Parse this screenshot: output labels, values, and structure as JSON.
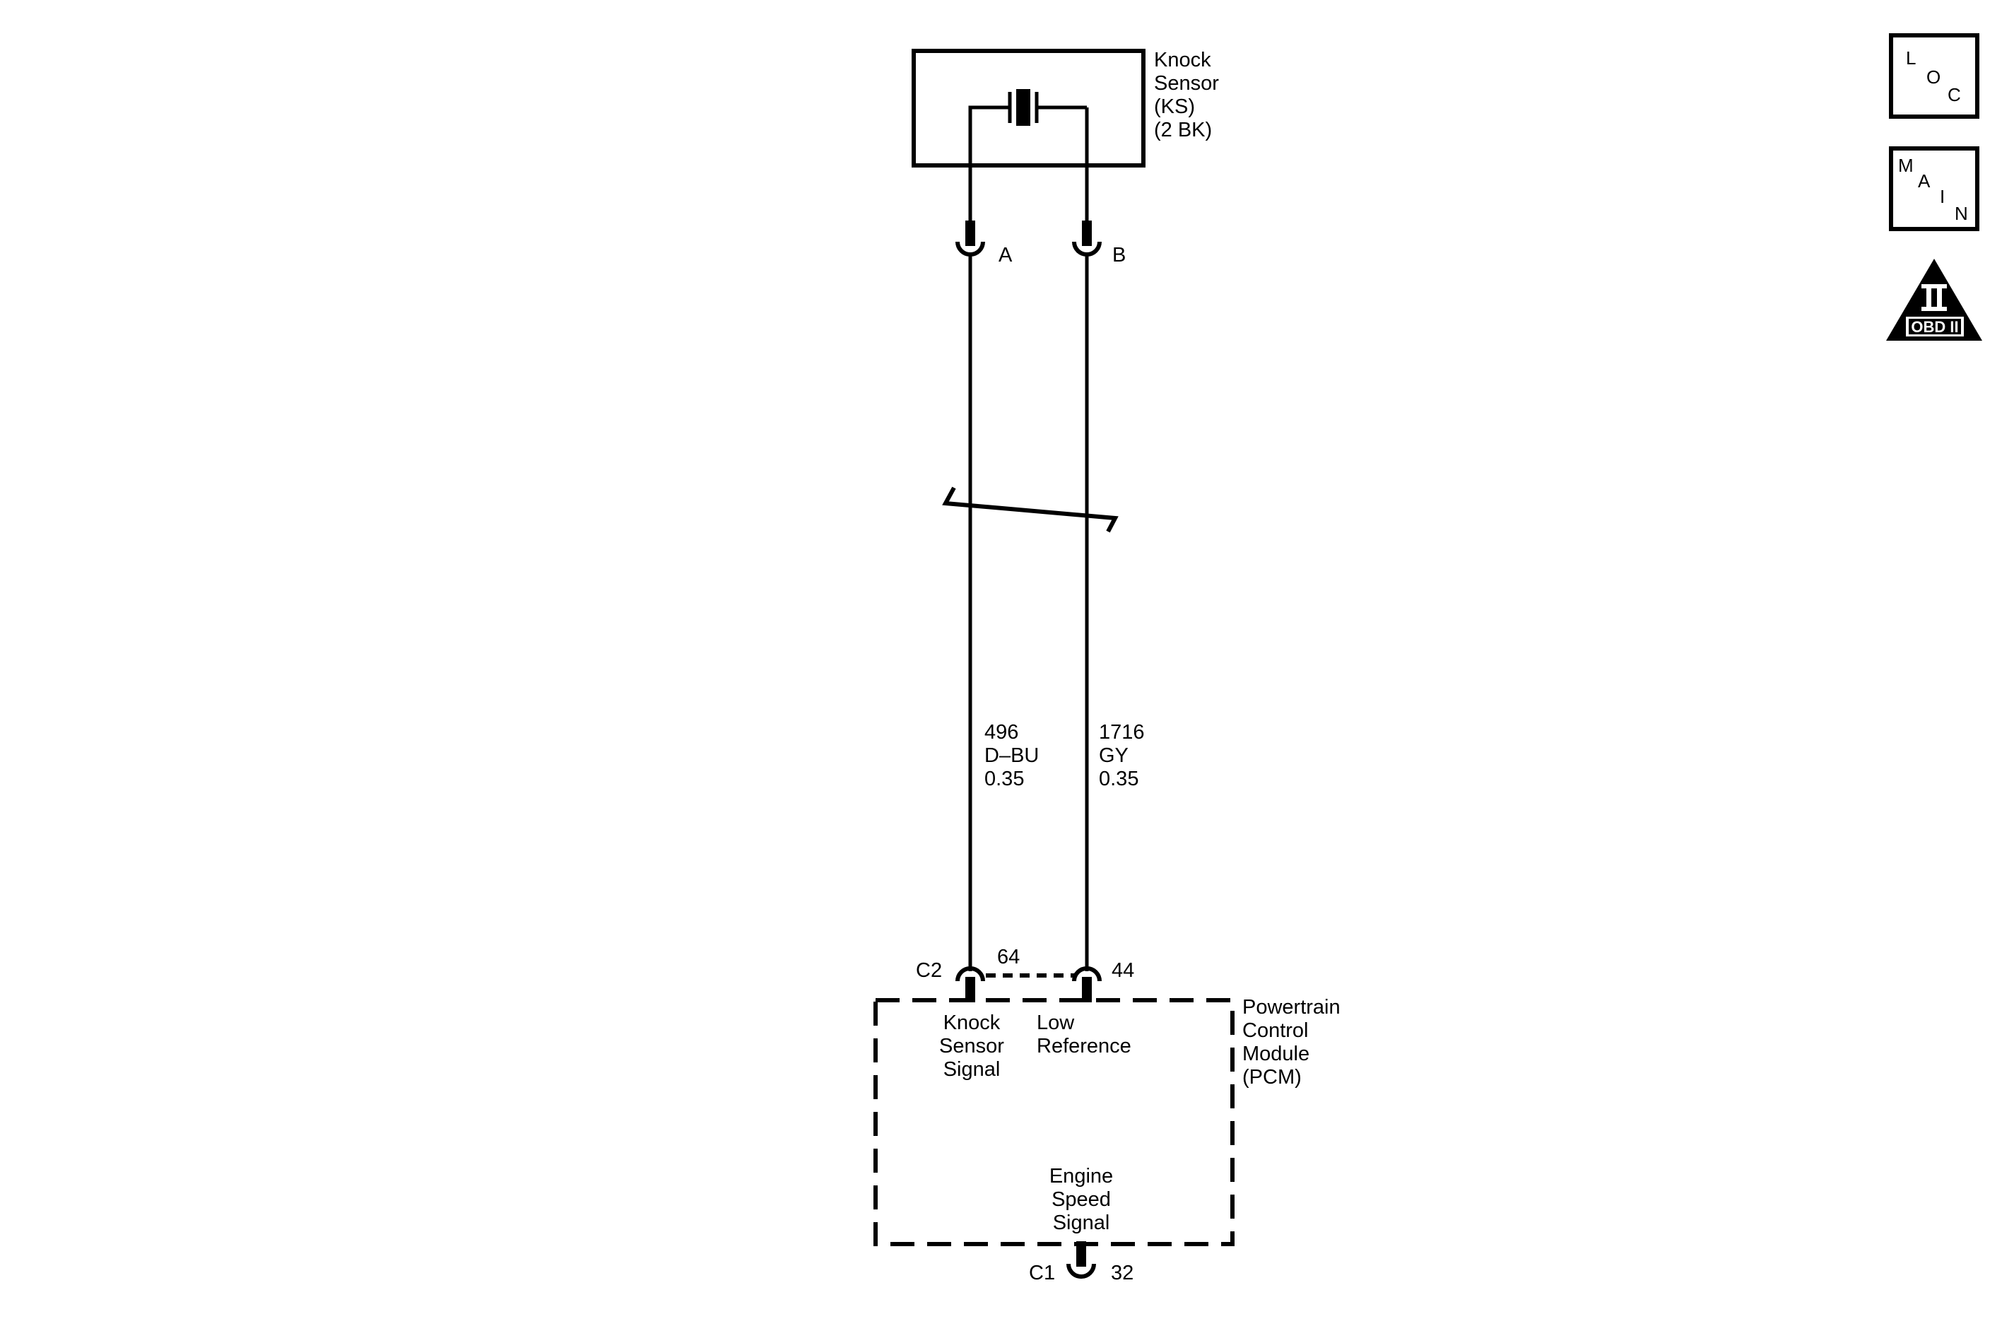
{
  "knock_sensor": {
    "line1": "Knock",
    "line2": "Sensor",
    "line3": "(KS)",
    "line4": "(2 BK)"
  },
  "connector_a": "A",
  "connector_b": "B",
  "wire_left": {
    "circuit": "496",
    "color": "D–BU",
    "size": "0.35"
  },
  "wire_right": {
    "circuit": "1716",
    "color": "GY",
    "size": "0.35"
  },
  "pcm_connector": {
    "c2": "C2",
    "pin_left": "64",
    "pin_right": "44",
    "c1": "C1",
    "pin_bottom": "32"
  },
  "pcm": {
    "line1": "Powertrain",
    "line2": "Control",
    "line3": "Module",
    "line4": "(PCM)",
    "ks_signal_line1": "Knock",
    "ks_signal_line2": "Sensor",
    "ks_signal_line3": "Signal",
    "low_ref_line1": "Low",
    "low_ref_line2": "Reference",
    "engine_line1": "Engine",
    "engine_line2": "Speed",
    "engine_line3": "Signal"
  },
  "icons": {
    "loc": {
      "l": "L",
      "o": "O",
      "c": "C"
    },
    "main": {
      "m": "M",
      "a": "A",
      "i": "I",
      "n": "N"
    },
    "obd": {
      "numeral": "II",
      "label": "OBD II"
    }
  }
}
